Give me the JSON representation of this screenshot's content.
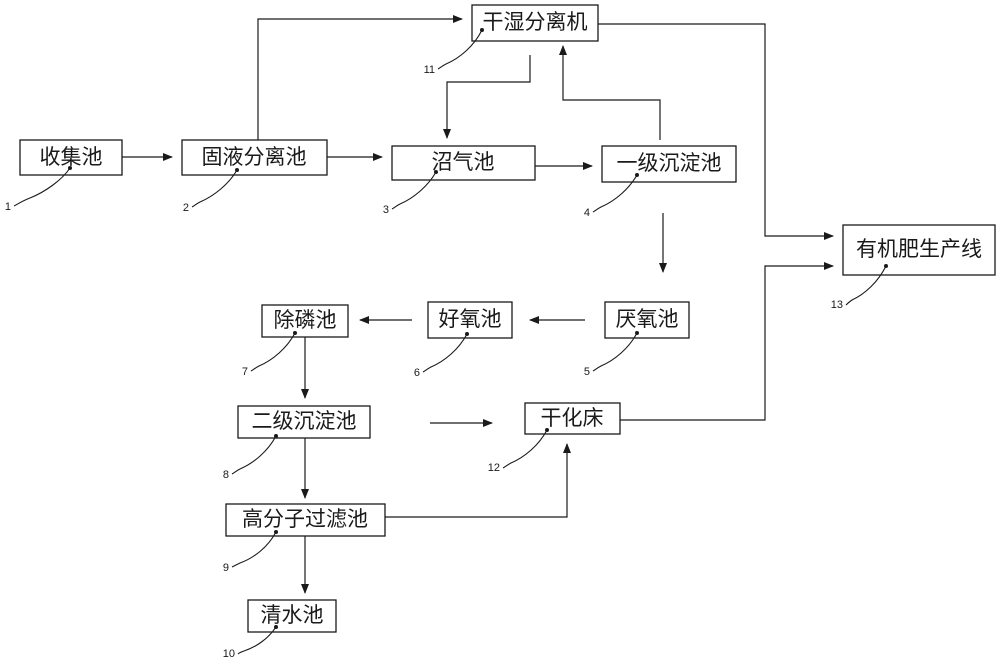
{
  "nodes": {
    "n1": {
      "label": "收集池",
      "ref": "1"
    },
    "n2": {
      "label": "固液分离池",
      "ref": "2"
    },
    "n3": {
      "label": "沼气池",
      "ref": "3"
    },
    "n4": {
      "label": "一级沉淀池",
      "ref": "4"
    },
    "n5": {
      "label": "厌氧池",
      "ref": "5"
    },
    "n6": {
      "label": "好氧池",
      "ref": "6"
    },
    "n7": {
      "label": "除磷池",
      "ref": "7"
    },
    "n8": {
      "label": "二级沉淀池",
      "ref": "8"
    },
    "n9": {
      "label": "高分子过滤池",
      "ref": "9"
    },
    "n10": {
      "label": "清水池",
      "ref": "10"
    },
    "n11": {
      "label": "干湿分离机",
      "ref": "11"
    },
    "n12": {
      "label": "干化床",
      "ref": "12"
    },
    "n13": {
      "label": "有机肥生产线",
      "ref": "13"
    }
  },
  "edges": [
    {
      "from": "n1",
      "to": "n2"
    },
    {
      "from": "n2",
      "to": "n3"
    },
    {
      "from": "n2",
      "to": "n11"
    },
    {
      "from": "n11",
      "to": "n3"
    },
    {
      "from": "n3",
      "to": "n4"
    },
    {
      "from": "n4",
      "to": "n11"
    },
    {
      "from": "n4",
      "to": "n5"
    },
    {
      "from": "n5",
      "to": "n6"
    },
    {
      "from": "n6",
      "to": "n7"
    },
    {
      "from": "n7",
      "to": "n8"
    },
    {
      "from": "n8",
      "to": "n12"
    },
    {
      "from": "n8",
      "to": "n9"
    },
    {
      "from": "n9",
      "to": "n12"
    },
    {
      "from": "n9",
      "to": "n10"
    },
    {
      "from": "n11",
      "to": "n13"
    },
    {
      "from": "n12",
      "to": "n13"
    }
  ]
}
